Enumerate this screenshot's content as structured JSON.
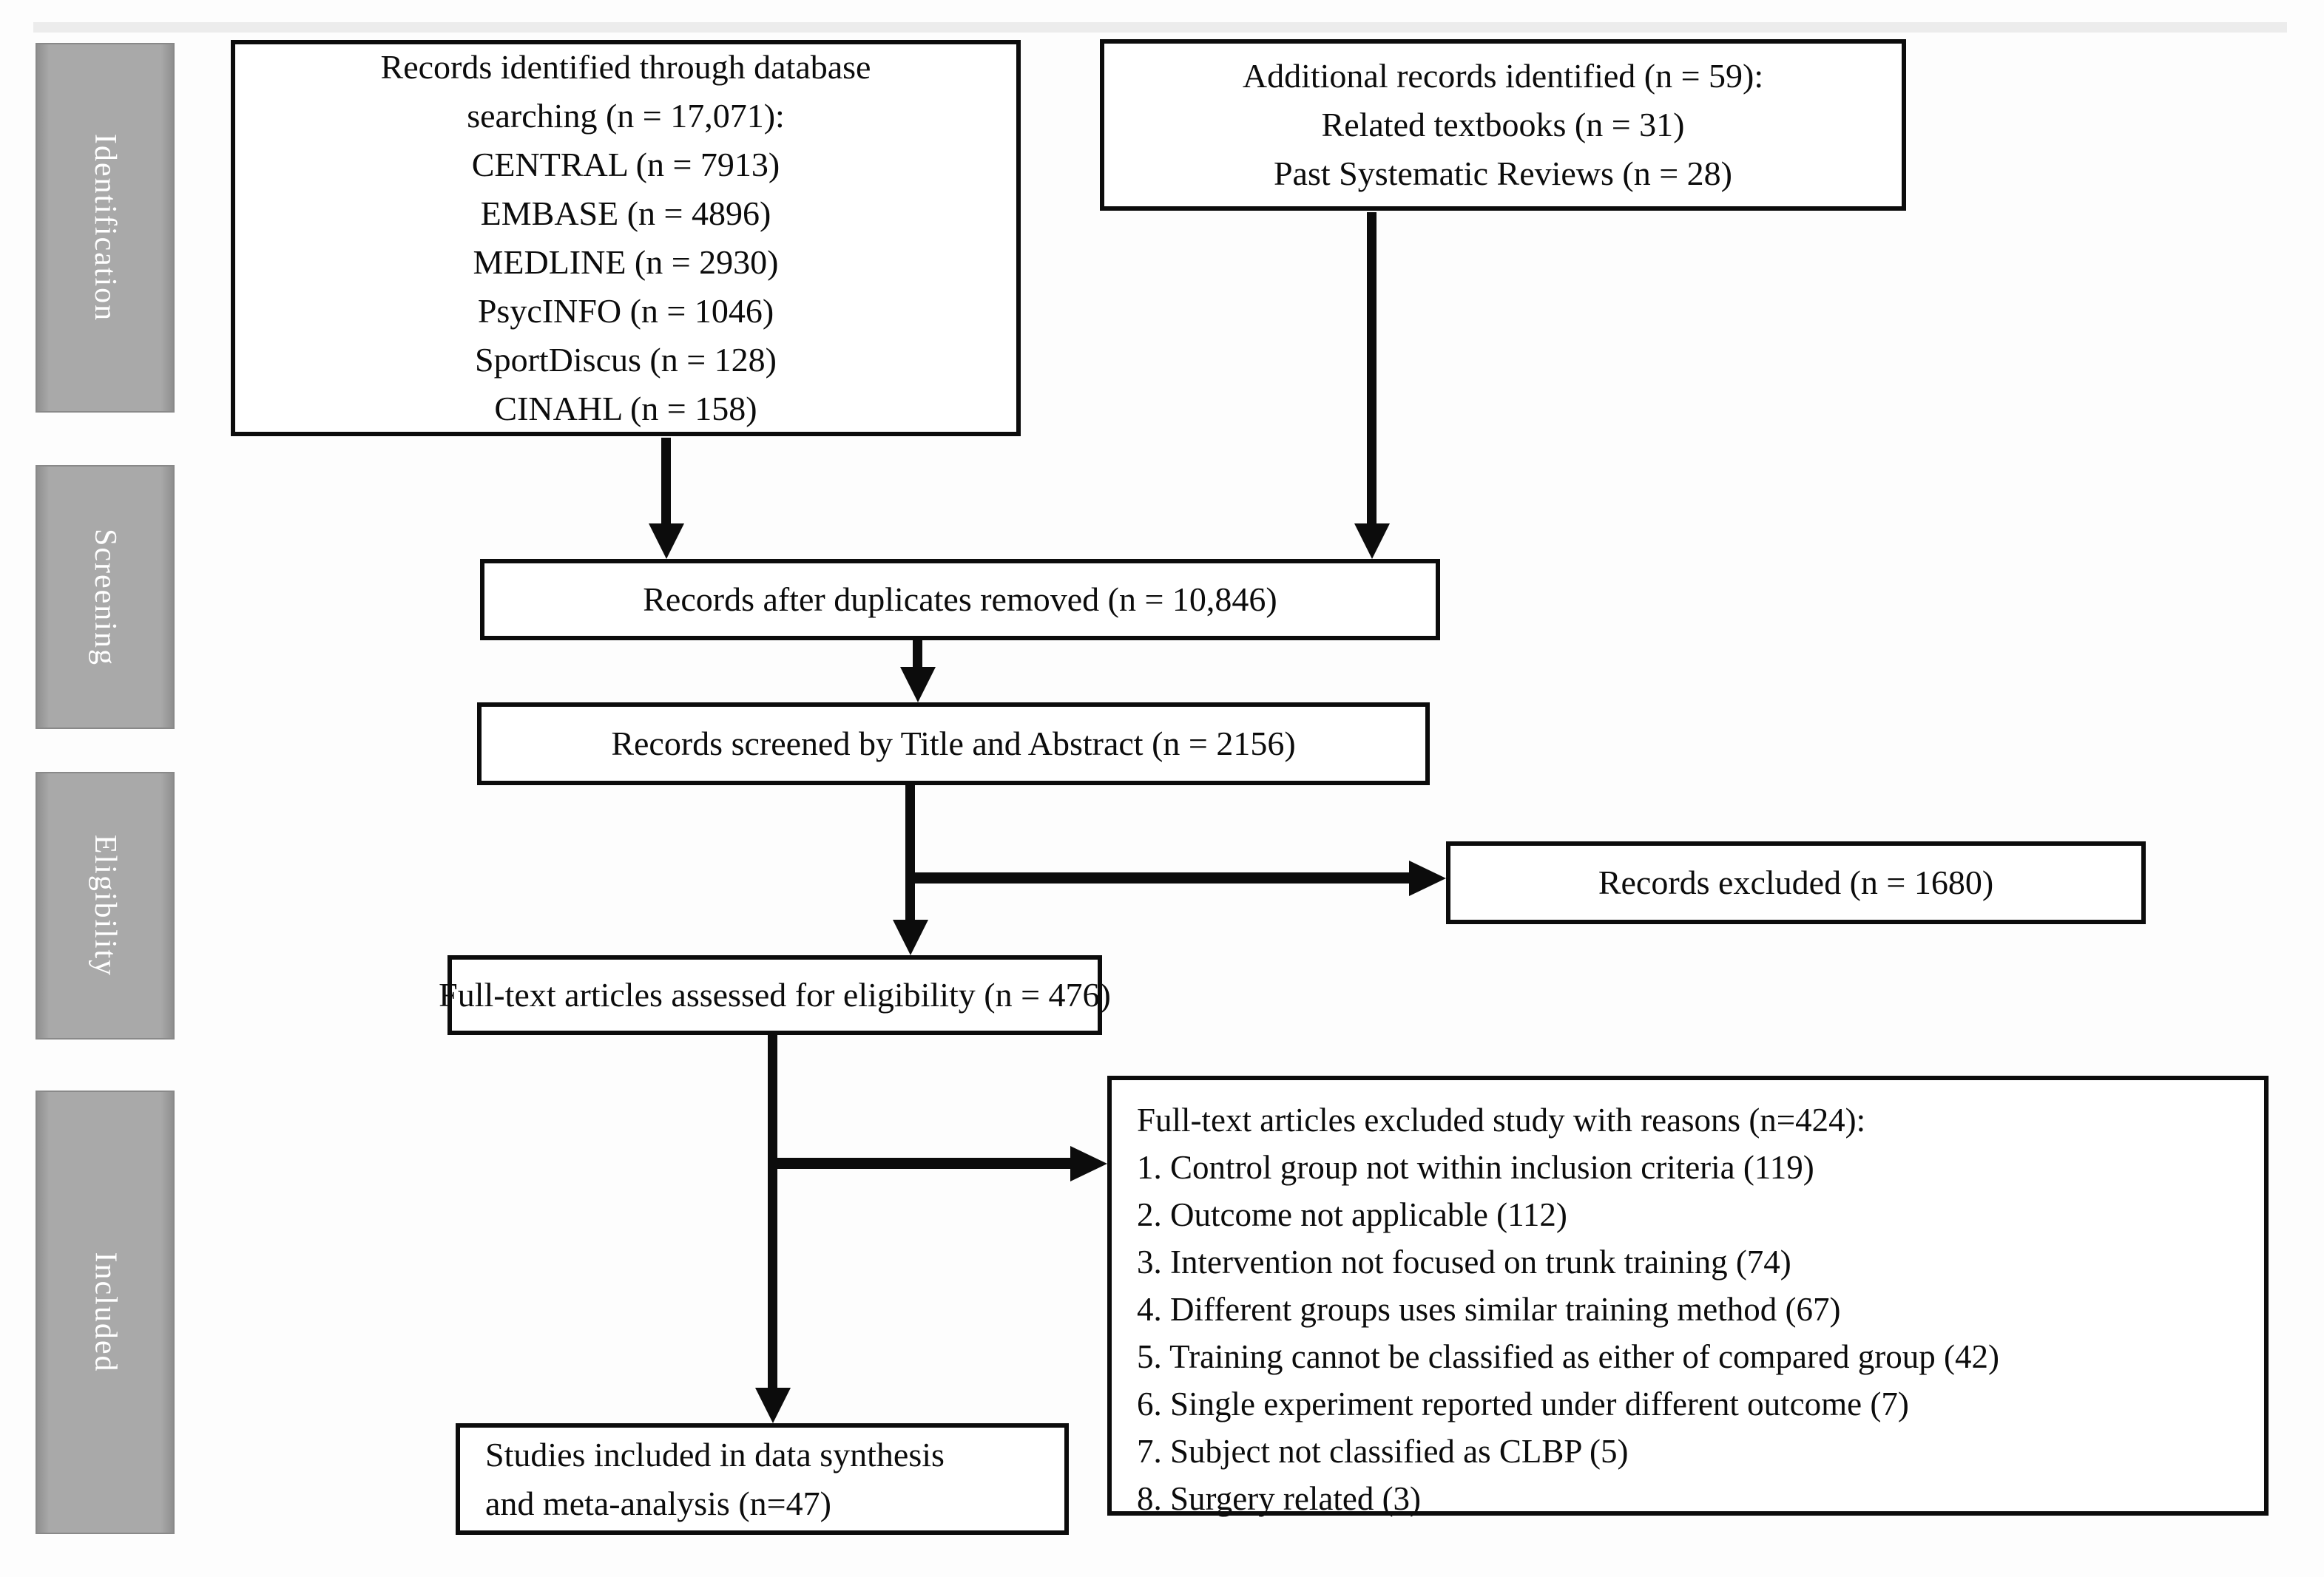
{
  "colors": {
    "ink": "#0c0c0c",
    "paper": "#fdfdfd",
    "stage-gray": "#a9a9a9",
    "stage-gray-edge": "#8f8f8f",
    "strip-gray": "#ececec"
  },
  "sidebar": {
    "items": [
      {
        "label": "Identification"
      },
      {
        "label": "Screening"
      },
      {
        "label": "Eligibility"
      },
      {
        "label": "Included"
      }
    ]
  },
  "boxes": {
    "database_search": {
      "lines": [
        "Records identified through database",
        "searching (n = 17,071):",
        "CENTRAL (n = 7913)",
        "EMBASE (n = 4896)",
        "MEDLINE (n = 2930)",
        "PsycINFO (n = 1046)",
        "SportDiscus (n = 128)",
        "CINAHL (n = 158)"
      ]
    },
    "additional_records": {
      "lines": [
        "Additional records identified (n = 59):",
        "Related textbooks (n = 31)",
        "Past Systematic Reviews (n = 28)"
      ]
    },
    "duplicates_removed": {
      "text": "Records after duplicates removed (n = 10,846)"
    },
    "screened": {
      "text": "Records screened by Title and Abstract (n = 2156)"
    },
    "records_excluded": {
      "text": "Records excluded (n = 1680)"
    },
    "full_text_assessed": {
      "text": "Full-text articles assessed for eligibility (n = 476)"
    },
    "full_text_excluded": {
      "title": "Full-text articles excluded study with reasons (n=424):",
      "reasons": [
        "1. Control group not within inclusion criteria (119)",
        "2. Outcome not applicable (112)",
        "3. Intervention not focused on trunk training (74)",
        "4. Different groups uses similar training method (67)",
        "5. Training cannot be classified as either of compared group (42)",
        "6. Single experiment reported under different outcome (7)",
        "7. Subject not classified as CLBP (5)",
        "8. Surgery related (3)"
      ]
    },
    "included_studies": {
      "lines": [
        "Studies included in data synthesis",
        "and meta-analysis (n=47)"
      ]
    }
  }
}
